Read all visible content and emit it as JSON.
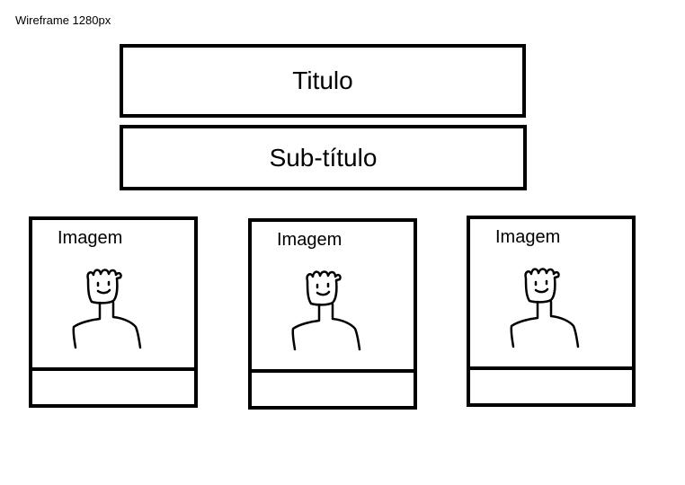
{
  "wireframe_label": "Wireframe 1280px",
  "title": "Titulo",
  "subtitle": "Sub-título",
  "cards": [
    {
      "image_label": "Imagem"
    },
    {
      "image_label": "Imagem"
    },
    {
      "image_label": "Imagem"
    }
  ],
  "icons": {
    "figure": "person-sketch-icon"
  }
}
